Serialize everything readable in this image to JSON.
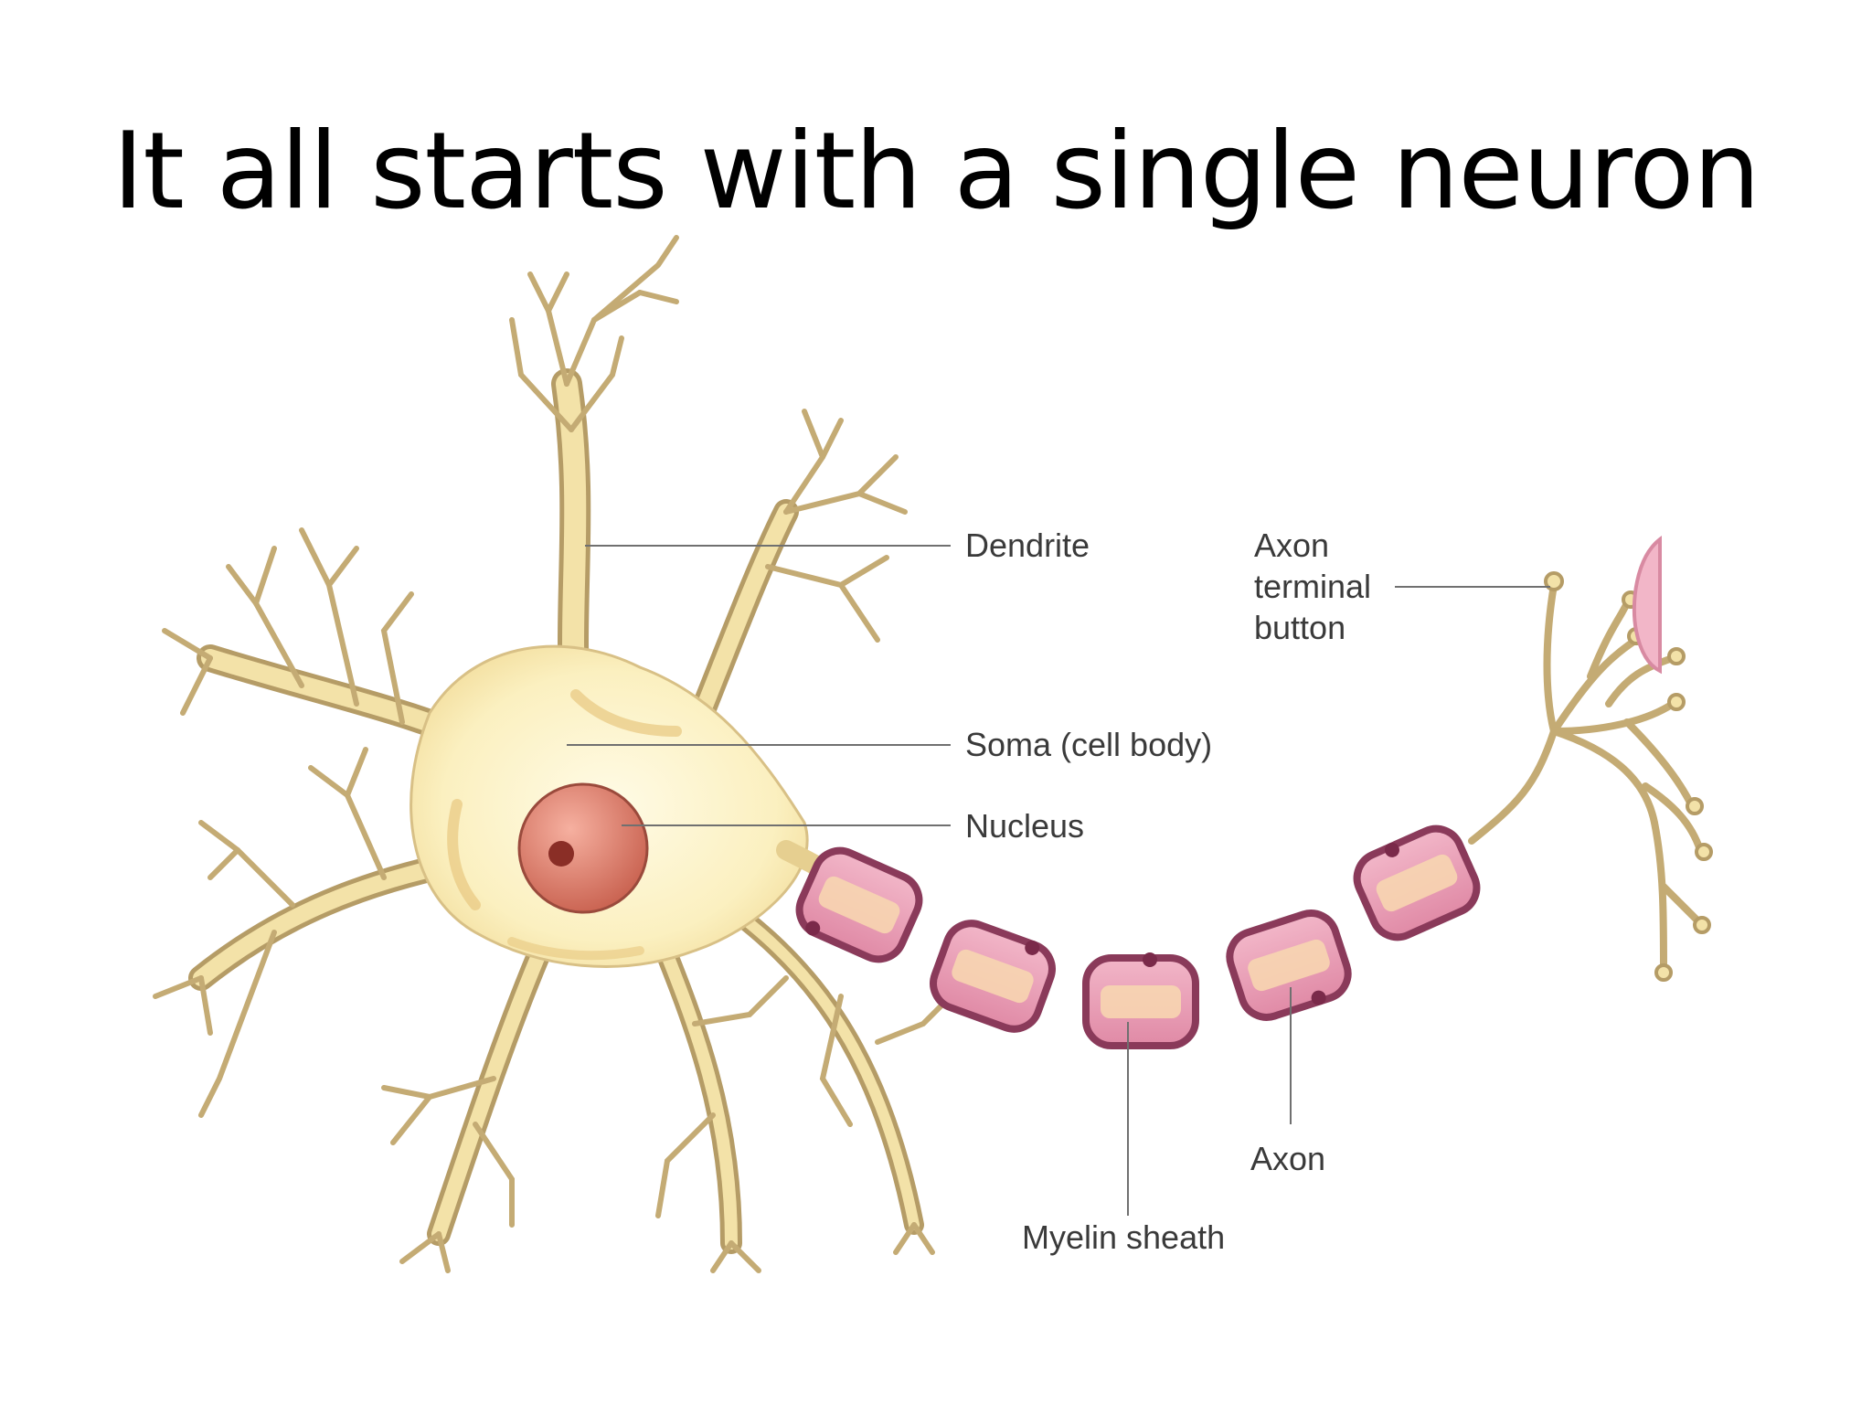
{
  "slide": {
    "title": "It all starts with a single neuron"
  },
  "diagram": {
    "labels": {
      "dendrite": "Dendrite",
      "axon_terminal_line1": "Axon",
      "axon_terminal_line2": "terminal",
      "axon_terminal_line3": "button",
      "soma": "Soma (cell body)",
      "nucleus": "Nucleus",
      "axon": "Axon",
      "myelin_sheath": "Myelin sheath"
    },
    "colors": {
      "cell_body": "#fbf1c4",
      "dendrite_outline": "#b8a170",
      "nucleus": "#d88070",
      "myelin_fill": "#eaa0b4",
      "myelin_outline": "#8a3a5a",
      "axon_core": "#f6e0a8"
    }
  }
}
